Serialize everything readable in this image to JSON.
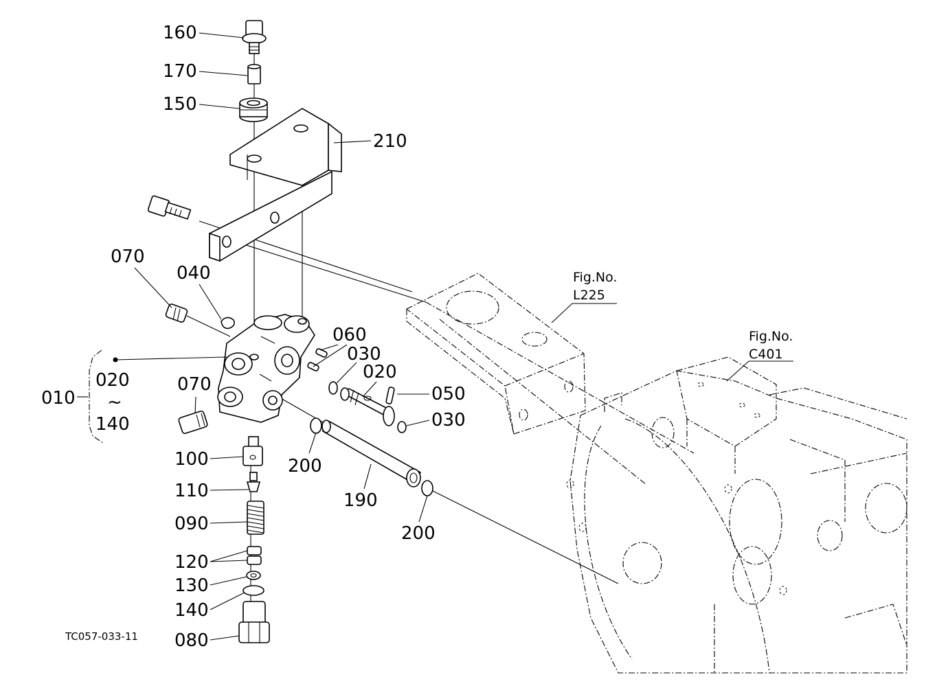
{
  "labels": {
    "p160": "160",
    "p170": "170",
    "p150": "150",
    "p210": "210",
    "p070a": "070",
    "p040": "040",
    "p060": "060",
    "p030a": "030",
    "p020a": "020",
    "p050": "050",
    "p030b": "030",
    "p010": "010",
    "p020b": "020",
    "tilde": "~",
    "p140a": "140",
    "p070b": "070",
    "p200a": "200",
    "p190": "190",
    "p200b": "200",
    "p100": "100",
    "p110": "110",
    "p090": "090",
    "p120": "120",
    "p130": "130",
    "p140b": "140",
    "p080": "080"
  },
  "references": {
    "fig_l225_title": "Fig.No.",
    "fig_l225_code": "L225",
    "fig_c401_title": "Fig.No.",
    "fig_c401_code": "C401"
  },
  "drawing_code": "TC057-033-11"
}
